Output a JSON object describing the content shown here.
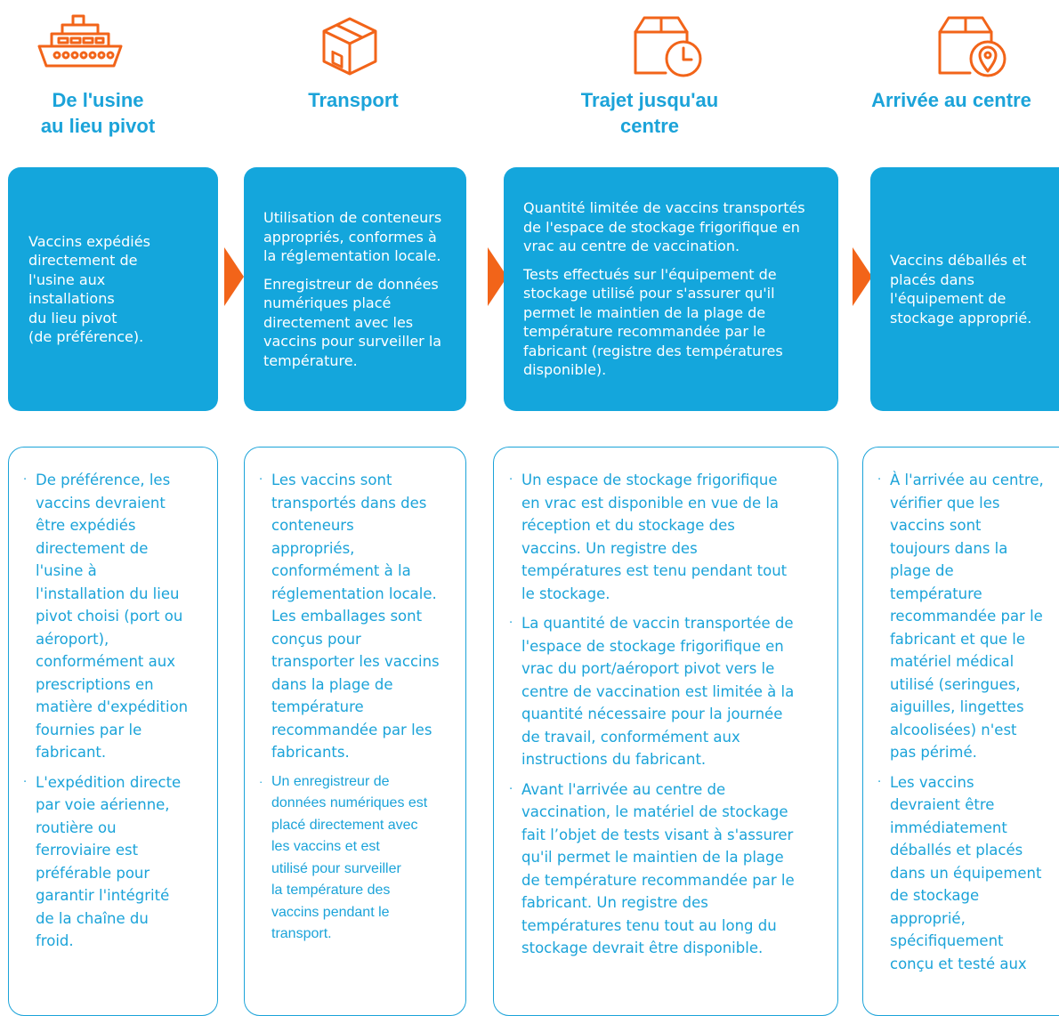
{
  "colors": {
    "accent_blue": "#14a6dc",
    "title_blue": "#1ba3d9",
    "orange": "#f26419"
  },
  "columns": [
    {
      "icon": "ship-icon",
      "title": "De l'usine\nau lieu pivot",
      "summary": [
        "Vaccins expédiés\ndirectement de\nl'usine aux\ninstallations\ndu lieu pivot\n(de préférence)."
      ],
      "details": [
        "De préférence, les\nvaccins devraient\nêtre expédiés\ndirectement de\nl'usine à\nl'installation du lieu\npivot choisi (port ou\naéroport),\nconformément aux\nprescriptions en\nmatière d'expédition\nfournies par le\nfabricant.",
        "L'expédition directe\npar voie aérienne,\nroutière ou\nferroviaire est\npréférable pour\ngarantir l'intégrité\nde la chaîne du\nfroid."
      ]
    },
    {
      "icon": "package-box-icon",
      "title": "Transport",
      "summary": [
        "Utilisation de conteneurs\nappropriés, conformes à\nla réglementation locale.",
        "Enregistreur de données\nnumériques placé\ndirectement avec les\nvaccins pour surveiller la\ntempérature."
      ],
      "details": [
        "Les vaccins sont\ntransportés dans des\nconteneurs\nappropriés,\nconformément à la\nréglementation locale.\nLes emballages sont\nconçus pour\ntransporter les vaccins\ndans la plage de\ntempérature\nrecommandée par les\nfabricants.",
        "Un enregistreur de\ndonnées numériques est\nplacé directement avec\nles vaccins et est\nutilisé pour surveiller\nla température des\nvaccins pendant le\ntransport."
      ]
    },
    {
      "icon": "box-clock-icon",
      "title": "Trajet jusqu'au\ncentre",
      "summary": [
        "Quantité limitée de vaccins transportés\nde l'espace de stockage frigorifique en\nvrac au centre de vaccination.",
        "Tests effectués sur l'équipement de\nstockage utilisé pour s'assurer qu'il\npermet le maintien de la plage de\ntempérature recommandée par le\nfabricant (registre des températures\ndisponible)."
      ],
      "details": [
        "Un espace de stockage frigorifique\nen vrac est disponible en vue de la\nréception et du stockage des\nvaccins. Un registre des\ntempératures est tenu pendant tout\nle stockage.",
        "La quantité de vaccin transportée de\nl'espace de stockage frigorifique en\nvrac du port/aéroport pivot vers le\ncentre de vaccination est limitée à la\nquantité nécessaire pour la journée\nde travail, conformément aux\ninstructions du fabricant.",
        "Avant l'arrivée au centre de\nvaccination, le matériel de stockage\nfait l’objet de tests visant à s'assurer\nqu'il permet le maintien de la plage\nde température recommandée par le\nfabricant. Un registre des\ntempératures tenu tout au long du\nstockage devrait être disponible."
      ]
    },
    {
      "icon": "box-location-pin-icon",
      "title": "Arrivée au centre",
      "summary": [
        "Vaccins déballés et\nplacés dans\nl'équipement de\nstockage approprié."
      ],
      "details": [
        "À l'arrivée au centre,\nvérifier que les\nvaccins sont\ntoujours dans la\nplage de\ntempérature\nrecommandée par le\nfabricant et que le\nmatériel médical\nutilisé (seringues,\naiguilles, lingettes\nalcoolisées) n'est\npas périmé.",
        "Les vaccins\ndevraient être\nimmédiatement\ndéballés et placés\ndans un équipement\nde stockage\napproprié,\nspécifiquement\nconçu et testé aux"
      ]
    }
  ]
}
